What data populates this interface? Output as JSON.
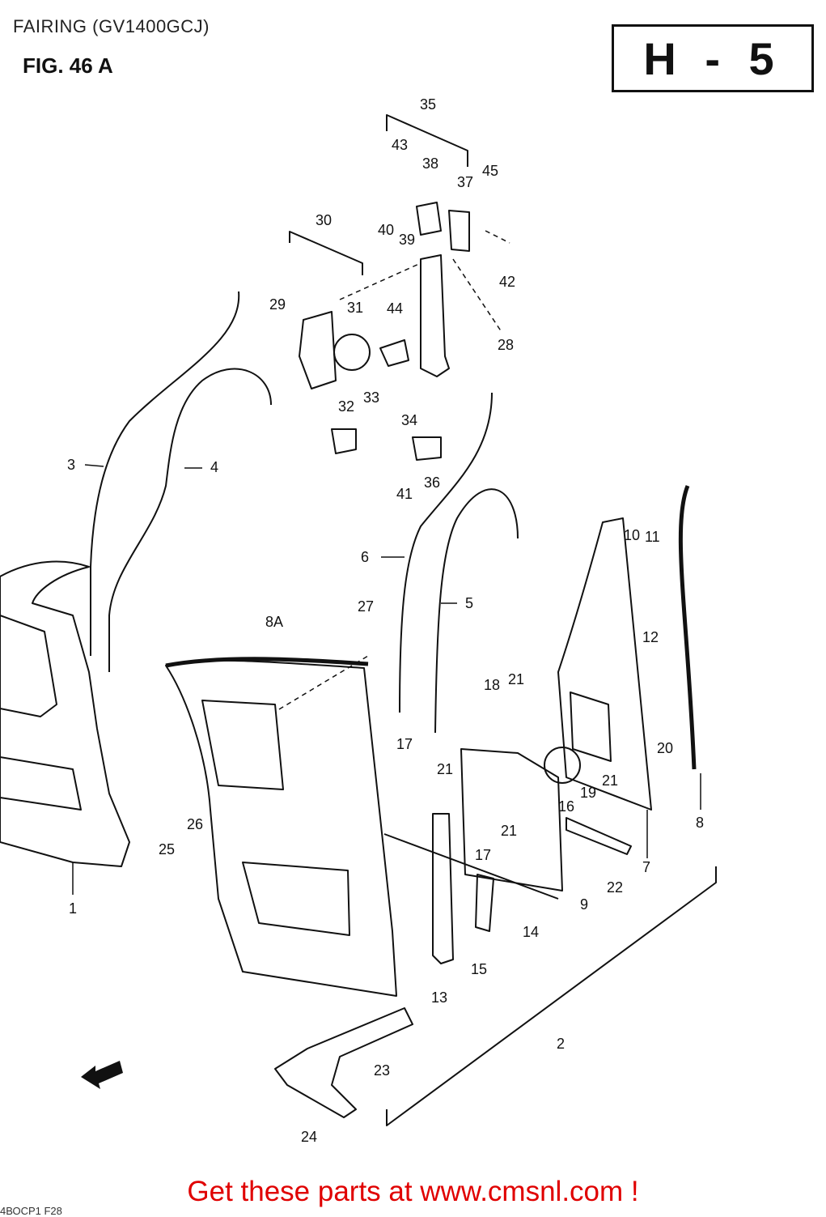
{
  "title": "FAIRING (GV1400GCJ)",
  "figure": "FIG. 46 A",
  "section": "H - 5",
  "footer": "Get these parts at www.cmsnl.com !",
  "code": "4ВОСР1 F28",
  "callouts": {
    "c1": "1",
    "c2": "2",
    "c3": "3",
    "c4": "4",
    "c5": "5",
    "c6": "6",
    "c7": "7",
    "c8": "8",
    "c8a": "8A",
    "c9": "9",
    "c10": "10",
    "c11": "11",
    "c12": "12",
    "c13": "13",
    "c14": "14",
    "c15": "15",
    "c16": "16",
    "c17a": "17",
    "c17b": "17",
    "c18": "18",
    "c19": "19",
    "c20": "20",
    "c21a": "21",
    "c21b": "21",
    "c21c": "21",
    "c21d": "21",
    "c22": "22",
    "c23": "23",
    "c24": "24",
    "c25": "25",
    "c26": "26",
    "c27": "27",
    "c28": "28",
    "c29": "29",
    "c30": "30",
    "c31": "31",
    "c32": "32",
    "c33": "33",
    "c34": "34",
    "c35": "35",
    "c36": "36",
    "c37": "37",
    "c38": "38",
    "c39": "39",
    "c40": "40",
    "c41": "41",
    "c42": "42",
    "c43": "43",
    "c44": "44",
    "c45": "45"
  }
}
